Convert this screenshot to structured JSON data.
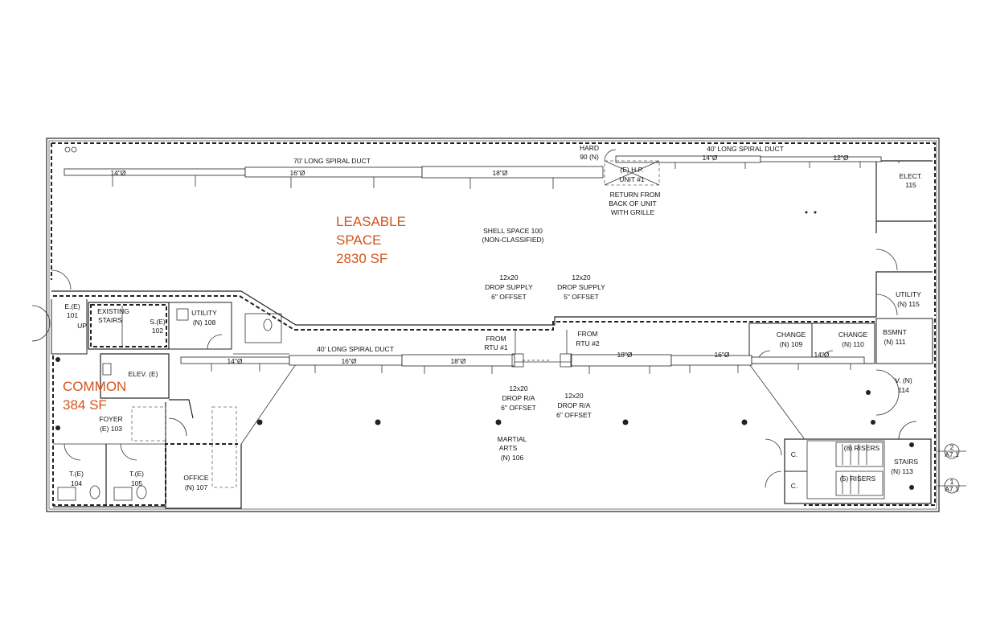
{
  "areas": {
    "leasable": [
      "LEASABLE",
      "SPACE",
      "2830 SF"
    ],
    "common": [
      "COMMON",
      "384 SF"
    ],
    "color": "#d2541f"
  },
  "rooms": {
    "shell": [
      "SHELL SPACE 100",
      "(NON-CLASSIFIED)"
    ],
    "hard": [
      "HARD",
      "90 (N)"
    ],
    "elect": [
      "ELECT.",
      "115"
    ],
    "utility115": [
      "UTILITY",
      "(N) 115"
    ],
    "bsmnt": [
      "BSMNT",
      "(N) 111"
    ],
    "change109": [
      "CHANGE",
      "(N) 109"
    ],
    "change110": [
      "CHANGE",
      "(N) 110"
    ],
    "v114": [
      "V. (N)",
      "114"
    ],
    "e101": [
      "E.(E)",
      "101"
    ],
    "up": "UP",
    "existing_stairs": [
      "EXISTING",
      "STAIRS"
    ],
    "s102": [
      "S.(E)",
      "102"
    ],
    "utility108": [
      "UTILITY",
      "(N) 108"
    ],
    "elev": "ELEV. (E)",
    "foyer": [
      "FOYER",
      "(E) 103"
    ],
    "t104": [
      "T.(E)",
      "104"
    ],
    "t105": [
      "T.(E)",
      "105"
    ],
    "office": [
      "OFFICE",
      "(N) 107"
    ],
    "martial": [
      "MARTIAL",
      "ARTS",
      "(N) 106"
    ],
    "c1": "C.",
    "c2": "C.",
    "stairs113": [
      "STAIRS",
      "(N) 113"
    ],
    "risers8": "(8) RISERS",
    "risers5": "(5) RISERS"
  },
  "ducts": {
    "top_long": "70' LONG SPIRAL DUCT",
    "top_long_sizes": [
      "14\"Ø",
      "16\"Ø",
      "18\"Ø"
    ],
    "top_right": "40' LONG SPIRAL DUCT",
    "top_right_sizes": [
      "14\"Ø",
      "12\"Ø"
    ],
    "bottom": "40' LONG SPIRAL DUCT",
    "bottom_sizes": [
      "14\"Ø",
      "16\"Ø",
      "18\"Ø"
    ],
    "bottom_right_sizes": [
      "18\"Ø",
      "16\"Ø",
      "14\"Ø"
    ],
    "hp_unit": [
      "(E) H.P.",
      "UNIT #1"
    ],
    "return": [
      "RETURN FROM",
      "BACK OF UNIT",
      "WITH GRILLE"
    ],
    "drop_supply_1": [
      "12x20",
      "DROP SUPPLY",
      "6\" OFFSET"
    ],
    "drop_supply_2": [
      "12x20",
      "DROP SUPPLY",
      "5\" OFFSET"
    ],
    "from_rtu1": [
      "FROM",
      "RTU #1"
    ],
    "from_rtu2": [
      "FROM",
      "RTU #2"
    ],
    "drop_ra_1": [
      "12x20",
      "DROP R/A",
      "6\" OFFSET"
    ],
    "drop_ra_2": [
      "12x20",
      "DROP R/A",
      "6\" OFFSET"
    ]
  },
  "section_markers": [
    {
      "num": "2",
      "sheet": "A7.1"
    },
    {
      "num": "1",
      "sheet": "A7.1"
    }
  ]
}
